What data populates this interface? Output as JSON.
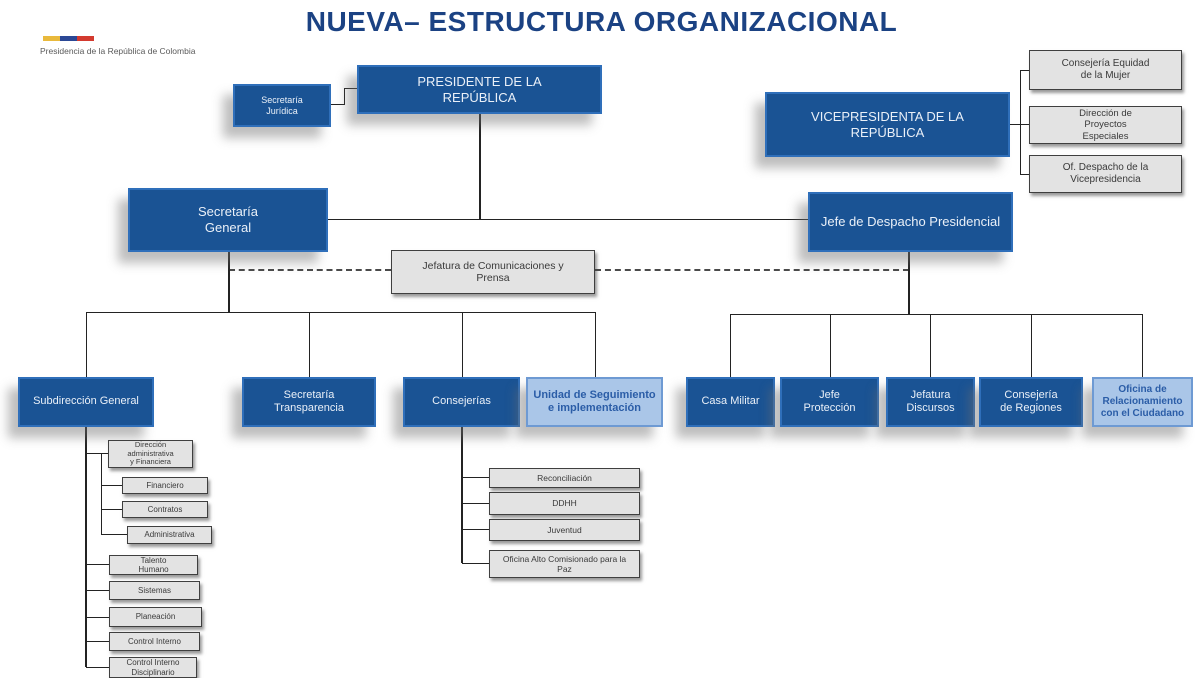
{
  "header": {
    "title": "NUEVA– ESTRUCTURA ORGANIZACIONAL",
    "org_name": "Presidencia de la República de Colombia"
  },
  "colors": {
    "title_text": "#1B4283",
    "primary_box_fill": "#1A5394",
    "primary_box_border": "#2F6FBA",
    "primary_box_text": "#EAF0F8",
    "light_box_fill": "#AAC6E8",
    "light_box_border": "#6E9AD3",
    "light_box_text": "#2B5DA7",
    "gray_box_fill": "#E3E3E3",
    "gray_box_border": "#3F3F3F",
    "connector_line": "#232323",
    "flag_colors": [
      "#E9B93C",
      "#2B4895",
      "#D33A2F"
    ]
  },
  "nodes": {
    "presidente": {
      "label": "PRESIDENTE DE LA\nREPÚBLICA"
    },
    "secretaria_juridica": {
      "label": "Secretaría\nJurídica"
    },
    "vicepresidenta": {
      "label": "VICEPRESIDENTA DE LA\nREPÚBLICA"
    },
    "consejeria_equidad": {
      "label": "Consejería Equidad\nde la Mujer"
    },
    "direccion_proyectos": {
      "label": "Dirección de\nProyectos\nEspeciales"
    },
    "despacho_vicepresidencia": {
      "label": "Of. Despacho de la\nVicepresidencia"
    },
    "secretaria_general": {
      "label": "Secretaría\nGeneral"
    },
    "jefe_despacho": {
      "label": "Jefe de Despacho Presidencial"
    },
    "jefatura_comunicaciones": {
      "label": "Jefatura de Comunicaciones y\nPrensa"
    },
    "subdireccion_general": {
      "label": "Subdirección General"
    },
    "secretaria_transparencia": {
      "label": "Secretaría\nTransparencia"
    },
    "consejerias": {
      "label": "Consejerías"
    },
    "unidad_seguimiento": {
      "label": "Unidad de Seguimiento\ne implementación"
    },
    "casa_militar": {
      "label": "Casa Militar"
    },
    "jefe_proteccion": {
      "label": "Jefe\nProtección"
    },
    "jefatura_discursos": {
      "label": "Jefatura\nDiscursos"
    },
    "consejeria_regiones": {
      "label": "Consejería\nde Regiones"
    },
    "oficina_relacionamiento": {
      "label": "Oficina de\nRelacionamiento\ncon el Ciudadano"
    },
    "direccion_admin_financiera": {
      "label": "Dirección\nadministrativa\ny Financiera"
    },
    "financiero": {
      "label": "Financiero"
    },
    "contratos": {
      "label": "Contratos"
    },
    "administrativa": {
      "label": "Administrativa"
    },
    "talento_humano": {
      "label": "Talento\nHumano"
    },
    "sistemas": {
      "label": "Sistemas"
    },
    "planeacion": {
      "label": "Planeación"
    },
    "control_interno": {
      "label": "Control Interno"
    },
    "control_interno_disciplinario": {
      "label": "Control Interno\nDisciplinario"
    },
    "reconciliacion": {
      "label": "Reconciliación"
    },
    "ddhh": {
      "label": "DDHH"
    },
    "juventud": {
      "label": "Juventud"
    },
    "alto_comisionado_paz": {
      "label": "Oficina Alto Comisionado para la\nPaz"
    }
  }
}
